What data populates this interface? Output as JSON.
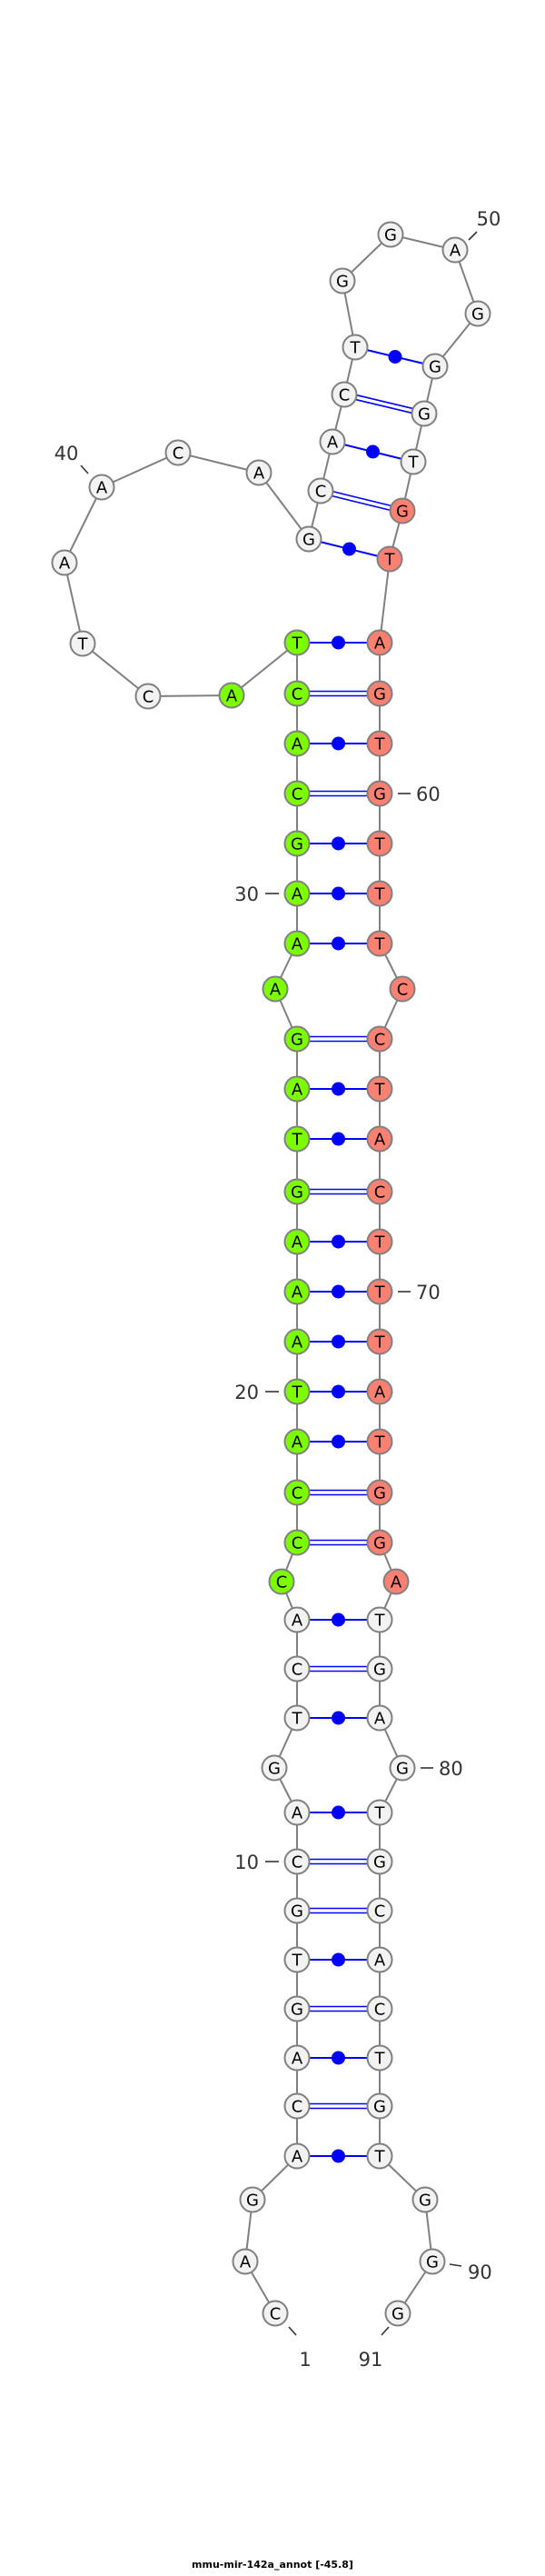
{
  "title": "mmu-mir-142a_annot [-45.8]",
  "sequence": [
    "C",
    "A",
    "G",
    "A",
    "C",
    "A",
    "G",
    "T",
    "G",
    "C",
    "A",
    "G",
    "T",
    "C",
    "A",
    "C",
    "C",
    "C",
    "A",
    "T",
    "A",
    "A",
    "A",
    "G",
    "T",
    "A",
    "G",
    "A",
    "A",
    "A",
    "G",
    "C",
    "A",
    "C",
    "T",
    "A",
    "C",
    "T",
    "A",
    "A",
    "C",
    "A",
    "G",
    "C",
    "A",
    "C",
    "T",
    "G",
    "G",
    "A",
    "G",
    "G",
    "G",
    "T",
    "G",
    "T",
    "A",
    "G",
    "T",
    "G",
    "T",
    "T",
    "T",
    "C",
    "C",
    "T",
    "A",
    "C",
    "T",
    "T",
    "T",
    "A",
    "T",
    "G",
    "G",
    "A",
    "T",
    "G",
    "A",
    "G",
    "T",
    "G",
    "C",
    "A",
    "C",
    "T",
    "G",
    "T",
    "G",
    "G",
    "G"
  ],
  "pairs": [
    [
      4,
      88
    ],
    [
      5,
      87
    ],
    [
      6,
      86
    ],
    [
      7,
      85
    ],
    [
      8,
      84
    ],
    [
      9,
      83
    ],
    [
      10,
      82
    ],
    [
      11,
      81
    ],
    [
      13,
      79
    ],
    [
      14,
      78
    ],
    [
      15,
      77
    ],
    [
      17,
      75
    ],
    [
      18,
      74
    ],
    [
      19,
      73
    ],
    [
      20,
      72
    ],
    [
      21,
      71
    ],
    [
      22,
      70
    ],
    [
      23,
      69
    ],
    [
      24,
      68
    ],
    [
      25,
      67
    ],
    [
      26,
      66
    ],
    [
      27,
      65
    ],
    [
      29,
      63
    ],
    [
      30,
      62
    ],
    [
      31,
      61
    ],
    [
      32,
      60
    ],
    [
      33,
      59
    ],
    [
      34,
      58
    ],
    [
      35,
      57
    ],
    [
      43,
      56
    ],
    [
      44,
      55
    ],
    [
      45,
      54
    ],
    [
      46,
      53
    ],
    [
      47,
      52
    ]
  ],
  "highlights": [
    {
      "name": "5p-mature",
      "from": 16,
      "to": 36,
      "color": "#7cfc00"
    },
    {
      "name": "3p-mature",
      "from": 55,
      "to": 76,
      "color": "#fa8072"
    }
  ],
  "position_labels": [
    "1",
    "10",
    "20",
    "30",
    "40",
    "50",
    "60",
    "70",
    "80",
    "90",
    "91"
  ],
  "colors": {
    "default_fill": "#f2f2f2",
    "outline": "#808080",
    "backbone": "#808080",
    "pair": "#0000ff",
    "label": "#333333"
  }
}
